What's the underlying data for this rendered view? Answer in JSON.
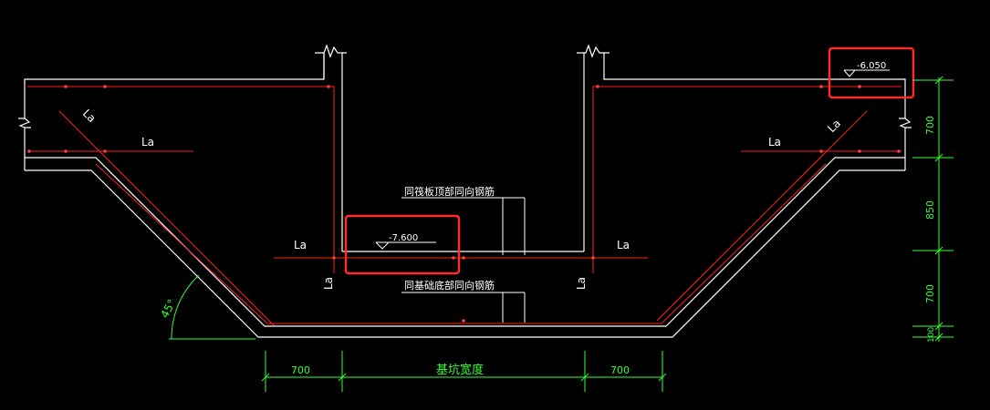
{
  "colors": {
    "background": "#000000",
    "outline": "#ffffff",
    "rebar": "#ff2020",
    "dimension": "#33ff33",
    "highlight": "#ff2a2a",
    "text": "#ffffff"
  },
  "labels": {
    "la": "La",
    "top_rebar_note": "同筏板顶部同向钢筋",
    "bottom_rebar_note": "同基础底部同向钢筋"
  },
  "elevations": {
    "right_slab_top": "-6.050",
    "pit_middle": "-7.600"
  },
  "angle": "45°",
  "dimensions": {
    "bottom": [
      "700",
      "基坑宽度",
      "700"
    ],
    "right": [
      "700",
      "850",
      "700",
      "100"
    ]
  }
}
